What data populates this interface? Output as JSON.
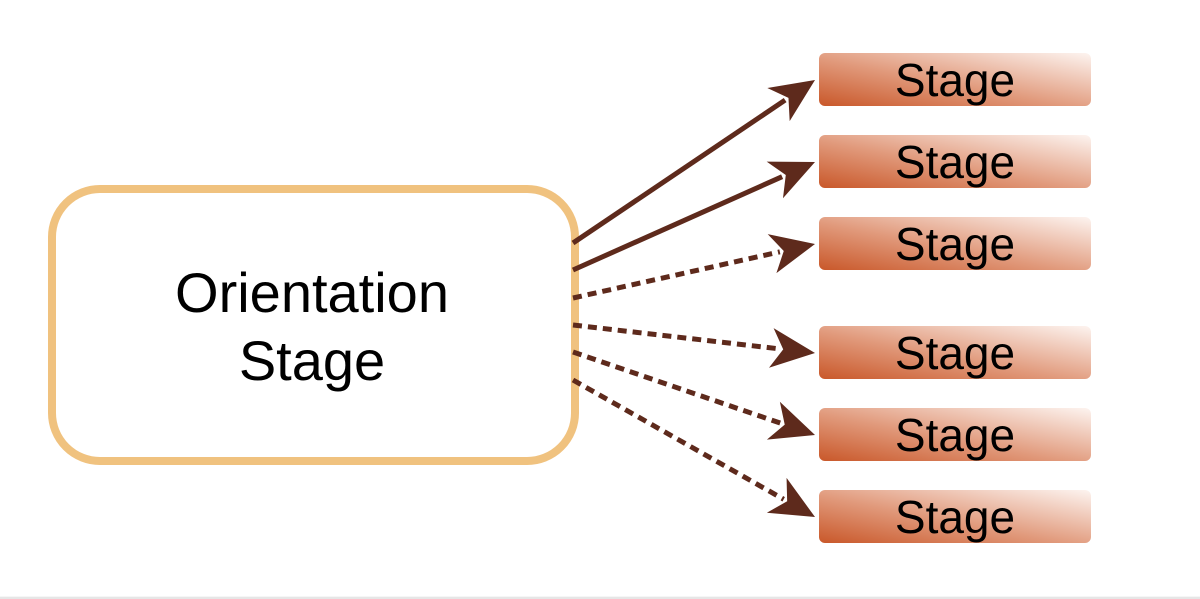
{
  "source": {
    "lines": [
      "Orientation",
      "Stage"
    ]
  },
  "targets": [
    {
      "label": "Stage",
      "style": "solid"
    },
    {
      "label": "Stage",
      "style": "solid"
    },
    {
      "label": "Stage",
      "style": "dashed"
    },
    {
      "label": "Stage",
      "style": "dashed"
    },
    {
      "label": "Stage",
      "style": "dashed"
    },
    {
      "label": "Stage",
      "style": "dashed"
    }
  ],
  "colors": {
    "source_border": "#f0c27f",
    "arrow": "#5e2a1c",
    "stage_dark": "#c9582a",
    "stage_light": "#fdf1ec"
  }
}
